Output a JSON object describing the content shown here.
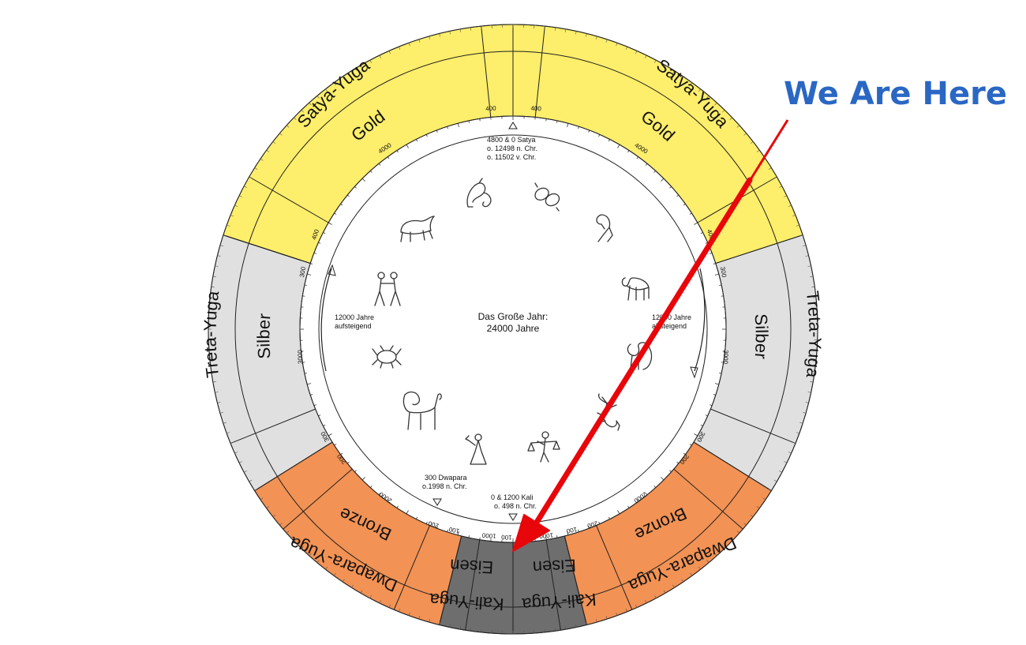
{
  "callout": "We Are Here",
  "center": {
    "line1": "Das Große Jahr:",
    "line2": "24000 Jahre"
  },
  "ascending": {
    "line1": "12000 Jahre",
    "line2": "aufsteigend"
  },
  "descending": {
    "line1": "12000 Jahre",
    "line2": "absteigend"
  },
  "top_marker": {
    "line1": "4800 & 0 Satya",
    "line2": "o. 12498 n. Chr.",
    "line3": "o. 11502 v. Chr."
  },
  "dwapara_marker": {
    "line1": "300 Dwapara",
    "line2": "o.1998 n. Chr."
  },
  "kali_marker": {
    "line1": "0 & 1200 Kali",
    "line2": "o. 498 n. Chr."
  },
  "yugas": {
    "satya": {
      "outer": "Satya-Yuga",
      "inner": "Gold"
    },
    "treta": {
      "outer": "Treta-Yuga",
      "inner": "Silber"
    },
    "dwapara": {
      "outer": "Dwapara-Yuga",
      "inner": "Bronze"
    },
    "kali": {
      "outer": "Kali-Yuga",
      "inner": "Eisen"
    }
  },
  "ticks": {
    "t400": "400",
    "t4000": "4000",
    "t300": "300",
    "t3000": "3000",
    "t200": "200",
    "t2000": "2000",
    "t100": "100",
    "t1000": "1000"
  },
  "colors": {
    "satya": "#fdee6b",
    "treta": "#e0e0e0",
    "dwapara": "#f29254",
    "kali": "#6e6e6e",
    "arrow": "#e8060a",
    "callout": "#2a67c4"
  },
  "zodiac_icons": [
    "capricorn-icon",
    "aquarius-icon",
    "pisces-icon",
    "aries-icon",
    "taurus-icon",
    "gemini-icon",
    "cancer-icon",
    "leo-icon",
    "virgo-icon",
    "libra-icon",
    "scorpio-icon",
    "sagittarius-icon"
  ]
}
